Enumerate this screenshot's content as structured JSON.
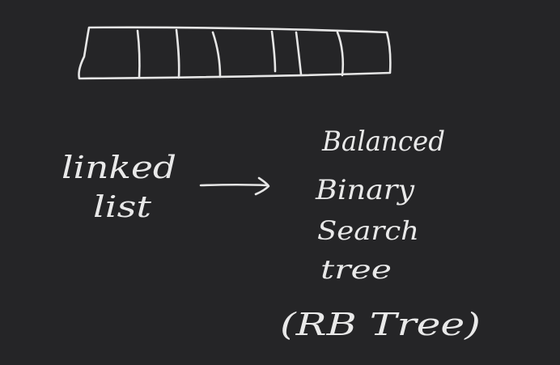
{
  "colors": {
    "background": "#252527",
    "ink": "#e6e6e6"
  },
  "array": {
    "slots": 7
  },
  "left_note": {
    "line1": "linked",
    "line2": "list"
  },
  "right_note": {
    "line1": "Balanced",
    "line2": "Binary",
    "line3": "Search",
    "line4": "tree",
    "line5": "(RB Tree)"
  }
}
